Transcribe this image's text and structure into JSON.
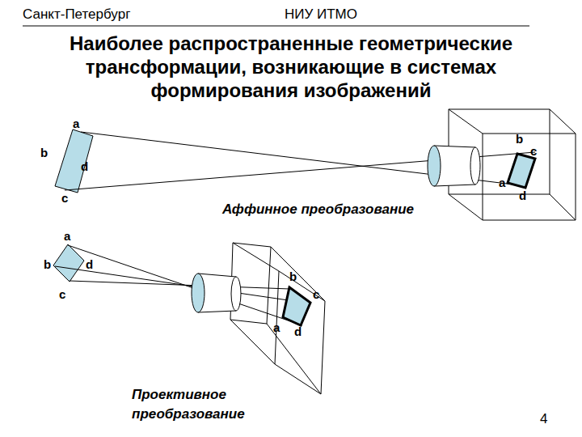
{
  "diagram": {
    "title": "Наиболее распространенные геометрические трансформации, возникающие в системах формирования изображений",
    "labels": [
      "Санкт-Петербург",
      "НИУ ИТМО",
      "a",
      "b",
      "d",
      "c",
      "b",
      "c",
      "a",
      "d",
      "Аффинное  преобразование",
      "a",
      "b",
      "d",
      "c",
      "b",
      "c",
      "a",
      "d",
      "Проективное преобразование",
      "4"
    ]
  }
}
